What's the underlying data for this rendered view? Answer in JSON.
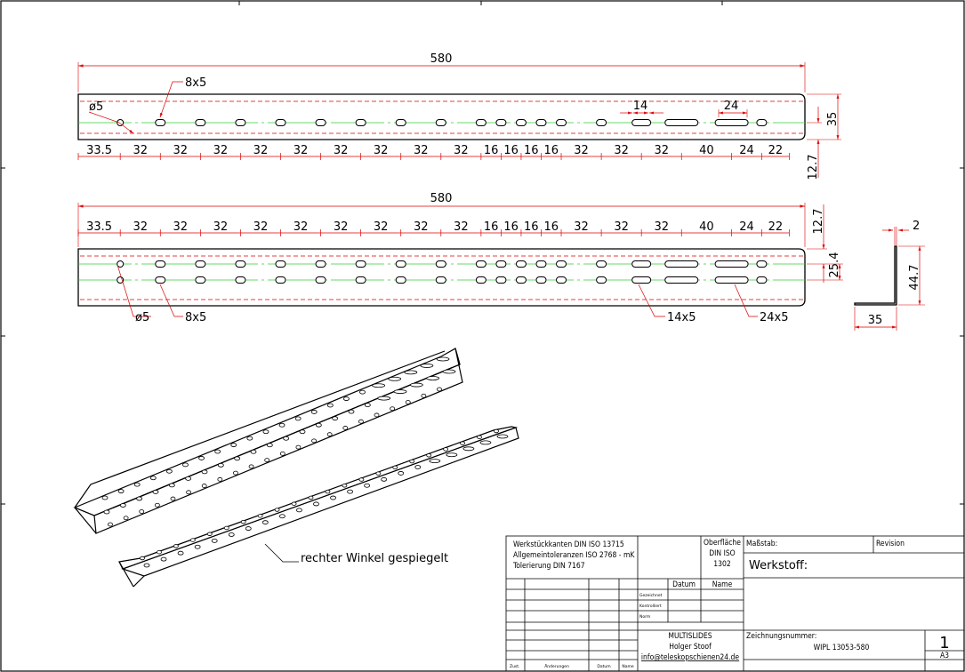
{
  "top_view": {
    "overall_dim": "580",
    "hole_callout": "ø5",
    "slot_callout": "8x5",
    "slot14_dim": "14",
    "slot24_dim": "24",
    "height_dim": "35",
    "offset_dim": "12.7",
    "pitch_dims": [
      "33.5",
      "32",
      "32",
      "32",
      "32",
      "32",
      "32",
      "32",
      "32",
      "32",
      "16",
      "16",
      "16",
      "16",
      "32",
      "32",
      "32",
      "40",
      "24",
      "22"
    ]
  },
  "bottom_view": {
    "overall_dim": "580",
    "pitch_dims": [
      "33.5",
      "32",
      "32",
      "32",
      "32",
      "32",
      "32",
      "32",
      "32",
      "32",
      "16",
      "16",
      "16",
      "16",
      "32",
      "32",
      "32",
      "40",
      "24",
      "22"
    ],
    "offset_dim": "12.7",
    "row_spacing_dim": "25.4",
    "hole_callout": "ø5",
    "slot_callout": "8x5",
    "long_slot14_callout": "14x5",
    "long_slot24_callout": "24x5"
  },
  "section_view": {
    "thickness_dim": "2",
    "height_dim": "44.7",
    "width_dim": "35"
  },
  "iso_view": {
    "mirror_note": "rechter Winkel gespiegelt"
  },
  "title_block": {
    "general_notes": [
      "Werkstückkanten DIN ISO 13715",
      "Allgemeintoleranzen ISO 2768 - mK",
      "Tolerierung DIN 7167"
    ],
    "surface": [
      "Oberfläche",
      "DIN ISO",
      "1302"
    ],
    "scale_label": "Maßstab:",
    "revision_label": "Revision",
    "material_label": "Werkstoff:",
    "date_header": "Datum",
    "name_header": "Name",
    "row_labels": [
      "Gezeichnet",
      "Kontrolliert",
      "Norm"
    ],
    "company": "MULTISLIDES",
    "person": "Holger Stoof",
    "email": "info@teleskopschienen24.de",
    "drawing_number_label": "Zeichnungsnummer:",
    "drawing_number": "WIPL 13053-580",
    "sheet": "1",
    "format": "A3",
    "rev_footer": [
      "Zust.",
      "Änderungen",
      "Datum",
      "Name"
    ]
  }
}
